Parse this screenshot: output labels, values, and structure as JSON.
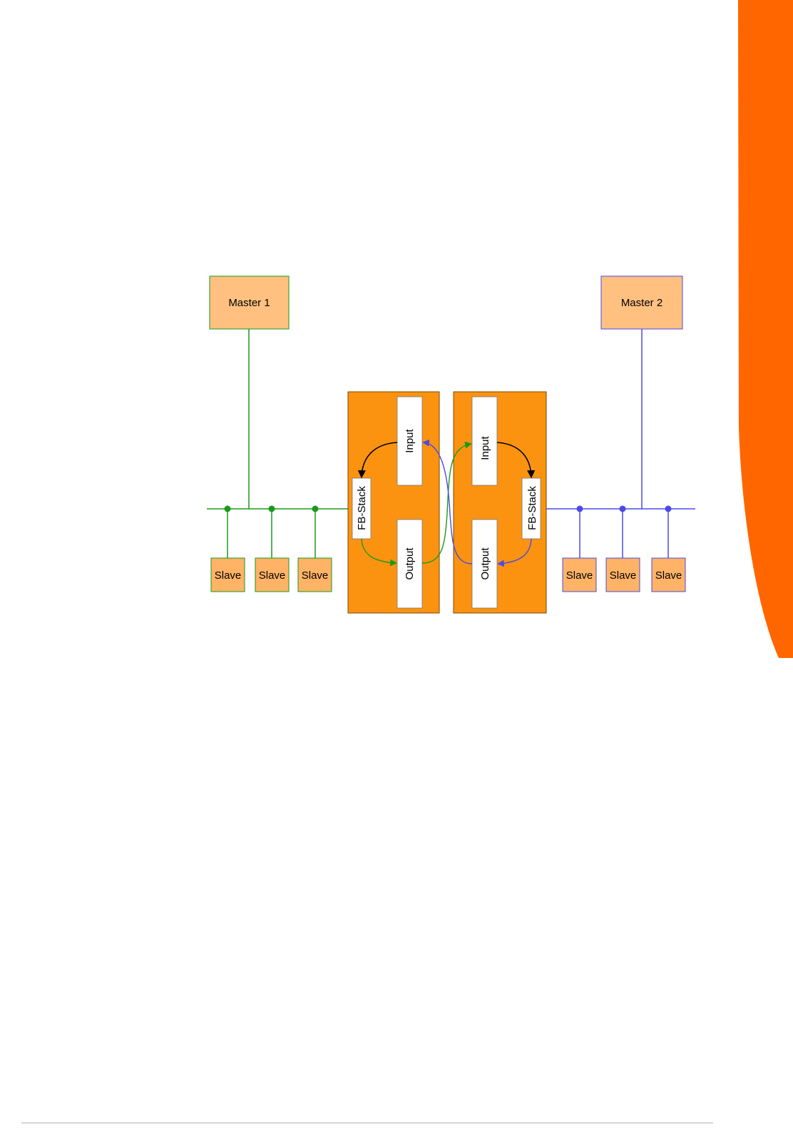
{
  "colors": {
    "page_tab": "#ff6600",
    "master_fill": "#ffc080",
    "slave_fill": "#ffb366",
    "gateway_fill": "#fb9311",
    "bus_green": "#1a9a1a",
    "bus_blue": "#4a4ae6",
    "arrow_black": "#000000"
  },
  "master1": {
    "label": "Master 1"
  },
  "master2": {
    "label": "Master 2"
  },
  "slaves_left": [
    {
      "label": "Slave"
    },
    {
      "label": "Slave"
    },
    {
      "label": "Slave"
    }
  ],
  "slaves_right": [
    {
      "label": "Slave"
    },
    {
      "label": "Slave"
    },
    {
      "label": "Slave"
    }
  ],
  "gateway_left": {
    "input": "Input",
    "output": "Output",
    "stack": "FB-Stack"
  },
  "gateway_right": {
    "input": "Input",
    "output": "Output",
    "stack": "FB-Stack"
  }
}
